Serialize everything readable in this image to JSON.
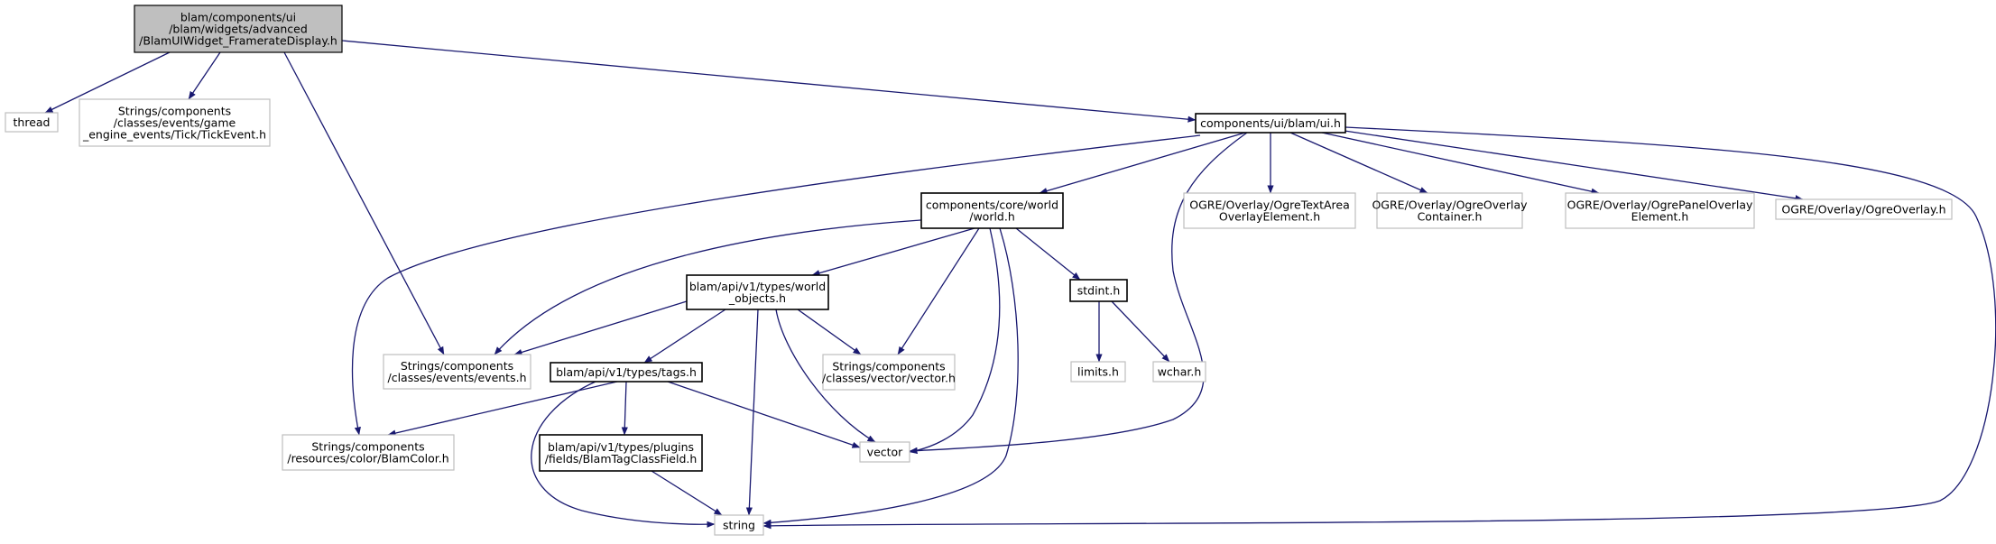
{
  "diagram": {
    "type": "include-dependency-graph",
    "colors": {
      "edge": "#191970",
      "main_fill": "#bfbfbf",
      "external_border": "#bfbfbf",
      "documented_border": "#000000"
    },
    "nodes": [
      {
        "id": "fps",
        "kind": "main",
        "lines": [
          "blam/components/ui",
          "/blam/widgets/advanced",
          "/BlamUIWidget_FramerateDisplay.h"
        ]
      },
      {
        "id": "thread",
        "kind": "external",
        "lines": [
          "thread"
        ]
      },
      {
        "id": "tick",
        "kind": "external",
        "lines": [
          "Strings/components",
          "/classes/events/game",
          "_engine_events/Tick/TickEvent.h"
        ]
      },
      {
        "id": "ui",
        "kind": "documented",
        "lines": [
          "components/ui/blam/ui.h"
        ]
      },
      {
        "id": "world",
        "kind": "documented",
        "lines": [
          "components/core/world",
          "/world.h"
        ]
      },
      {
        "id": "textarea",
        "kind": "external",
        "lines": [
          "OGRE/Overlay/OgreTextArea",
          "OverlayElement.h"
        ]
      },
      {
        "id": "container",
        "kind": "external",
        "lines": [
          "OGRE/Overlay/OgreOverlay",
          "Container.h"
        ]
      },
      {
        "id": "panel",
        "kind": "external",
        "lines": [
          "OGRE/Overlay/OgrePanelOverlay",
          "Element.h"
        ]
      },
      {
        "id": "overlay",
        "kind": "external",
        "lines": [
          "OGRE/Overlay/OgreOverlay.h"
        ]
      },
      {
        "id": "worldobj",
        "kind": "documented",
        "lines": [
          "blam/api/v1/types/world",
          "_objects.h"
        ]
      },
      {
        "id": "stdint",
        "kind": "documented",
        "lines": [
          "stdint.h"
        ]
      },
      {
        "id": "events",
        "kind": "external",
        "lines": [
          "Strings/components",
          "/classes/events/events.h"
        ]
      },
      {
        "id": "vectorh",
        "kind": "external",
        "lines": [
          "Strings/components",
          "/classes/vector/vector.h"
        ]
      },
      {
        "id": "limits",
        "kind": "external",
        "lines": [
          "limits.h"
        ]
      },
      {
        "id": "wchar",
        "kind": "external",
        "lines": [
          "wchar.h"
        ]
      },
      {
        "id": "tags",
        "kind": "documented",
        "lines": [
          "blam/api/v1/types/tags.h"
        ]
      },
      {
        "id": "color",
        "kind": "external",
        "lines": [
          "Strings/components",
          "/resources/color/BlamColor.h"
        ]
      },
      {
        "id": "classfield",
        "kind": "documented",
        "lines": [
          "blam/api/v1/types/plugins",
          "/fields/BlamTagClassField.h"
        ]
      },
      {
        "id": "vector",
        "kind": "external",
        "lines": [
          "vector"
        ]
      },
      {
        "id": "string",
        "kind": "external",
        "lines": [
          "string"
        ]
      }
    ],
    "edges": [
      [
        "fps",
        "thread"
      ],
      [
        "fps",
        "tick"
      ],
      [
        "fps",
        "events"
      ],
      [
        "fps",
        "ui"
      ],
      [
        "ui",
        "world"
      ],
      [
        "ui",
        "textarea"
      ],
      [
        "ui",
        "container"
      ],
      [
        "ui",
        "panel"
      ],
      [
        "ui",
        "overlay"
      ],
      [
        "ui",
        "color"
      ],
      [
        "ui",
        "vector"
      ],
      [
        "ui",
        "string"
      ],
      [
        "world",
        "events"
      ],
      [
        "world",
        "worldobj"
      ],
      [
        "world",
        "vectorh"
      ],
      [
        "world",
        "stdint"
      ],
      [
        "world",
        "vector"
      ],
      [
        "world",
        "string"
      ],
      [
        "worldobj",
        "events"
      ],
      [
        "worldobj",
        "vectorh"
      ],
      [
        "worldobj",
        "tags"
      ],
      [
        "worldobj",
        "vector"
      ],
      [
        "worldobj",
        "string"
      ],
      [
        "stdint",
        "limits"
      ],
      [
        "stdint",
        "wchar"
      ],
      [
        "tags",
        "color"
      ],
      [
        "tags",
        "classfield"
      ],
      [
        "tags",
        "vector"
      ],
      [
        "tags",
        "string"
      ],
      [
        "classfield",
        "string"
      ]
    ]
  }
}
